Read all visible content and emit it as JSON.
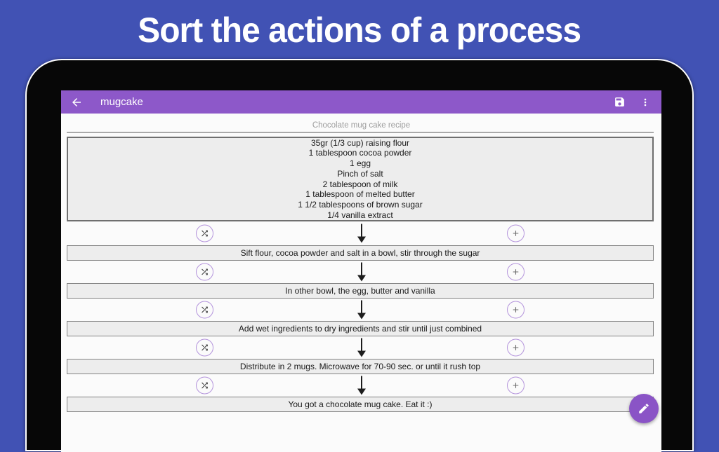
{
  "banner": {
    "title": "Sort the actions of a process"
  },
  "app": {
    "toolbar": {
      "title": "mugcake"
    },
    "document_title": "Chocolate mug cake recipe",
    "ingredients": [
      "35gr (1/3 cup) raising flour",
      "1 tablespoon cocoa powder",
      "1 egg",
      "Pinch of salt",
      "2 tablespoon of milk",
      "1 tablespoon of melted butter",
      "1 1/2 tablespoons of brown sugar",
      "1/4 vanilla extract"
    ],
    "steps": [
      "Sift flour, cocoa powder and salt in a bowl, stir through the sugar",
      "In other bowl, the egg, butter and vanilla",
      "Add wet ingredients to dry ingredients and stir until just combined",
      "Distribute in 2 mugs. Microwave for 70-90 sec. or until it rush top",
      "You got a chocolate mug cake. Eat it :)"
    ]
  },
  "icons": {
    "back": "back-arrow-icon",
    "save": "save-icon",
    "overflow": "overflow-menu-icon",
    "shuffle": "shuffle-icon",
    "add": "plus-icon",
    "flow": "down-arrow-icon",
    "edit": "pencil-icon"
  },
  "colors": {
    "background": "#4152b4",
    "toolbar": "#8d58c9",
    "fab": "#8a54c6",
    "connector_circle_outline": "#b494dc"
  }
}
